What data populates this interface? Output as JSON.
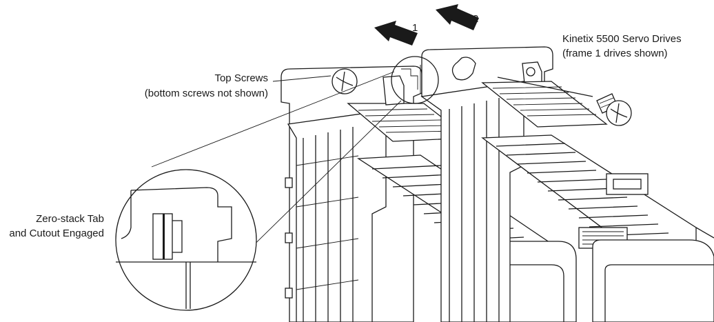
{
  "labels": {
    "drives_line1": "Kinetix 5500 Servo Drives",
    "drives_line2": "(frame 1 drives shown)",
    "screws_line1": "Top Screws",
    "screws_line2": "(bottom screws not shown)",
    "tab_line1": "Zero-stack Tab",
    "tab_line2": "and Cutout Engaged"
  },
  "steps": [
    "1",
    "2"
  ],
  "icons": [
    "arrow-1-icon",
    "arrow-2-icon",
    "screw-icon"
  ],
  "colors": {
    "ink": "#1a1a1a",
    "background": "#ffffff"
  }
}
